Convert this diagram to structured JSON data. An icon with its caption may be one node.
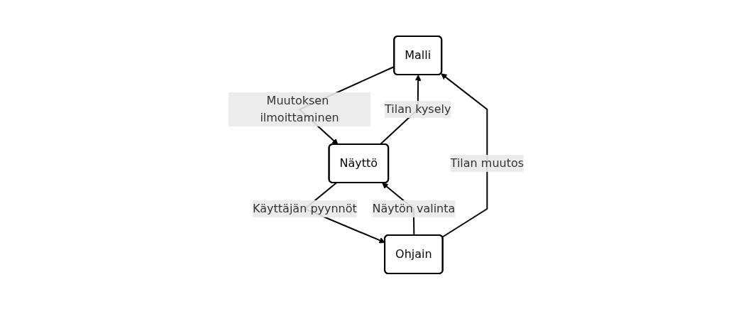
{
  "diagram": {
    "nodes": [
      {
        "text": [
          "Malli"
        ]
      },
      {
        "text": [
          "Näyttö"
        ]
      },
      {
        "text": [
          "Ohjain"
        ]
      }
    ],
    "edges": [
      {
        "from": 0,
        "to": 1,
        "arrow": "to",
        "label": "Muutoksen ilmoittaminen"
      },
      {
        "from": 1,
        "to": 0,
        "arrow": "to",
        "label": "Tilan kysely"
      },
      {
        "from": 1,
        "to": 2,
        "arrow": "to",
        "label": "Käyttäjän pyynnöt"
      },
      {
        "from": 2,
        "to": 1,
        "arrow": "to",
        "label": "Näytön valinta"
      },
      {
        "from": 2,
        "to": 0,
        "arrow": "to",
        "label": "Tilan muutos"
      }
    ]
  }
}
